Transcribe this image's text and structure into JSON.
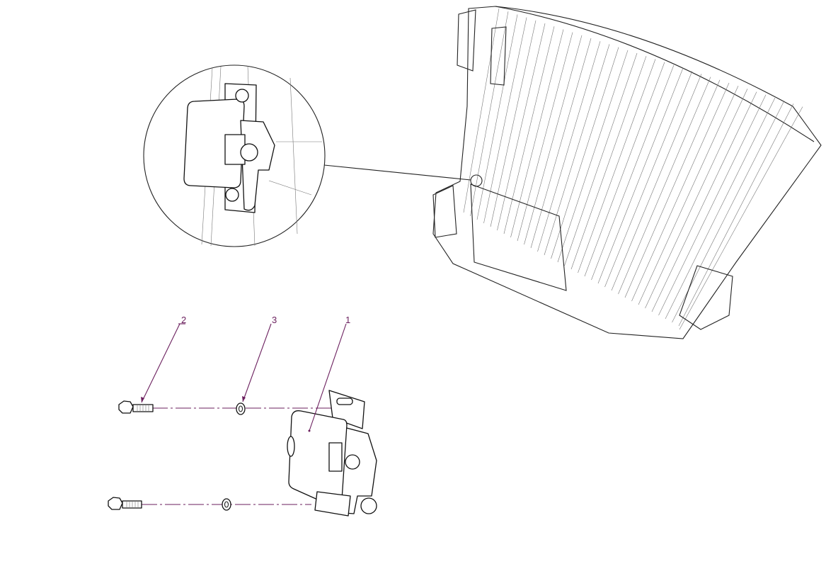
{
  "drawing": {
    "balloons": [
      {
        "label": "2"
      },
      {
        "label": "3"
      },
      {
        "label": "1"
      }
    ],
    "colors": {
      "balloon": "#6b1f5e",
      "line": "#222222"
    }
  }
}
